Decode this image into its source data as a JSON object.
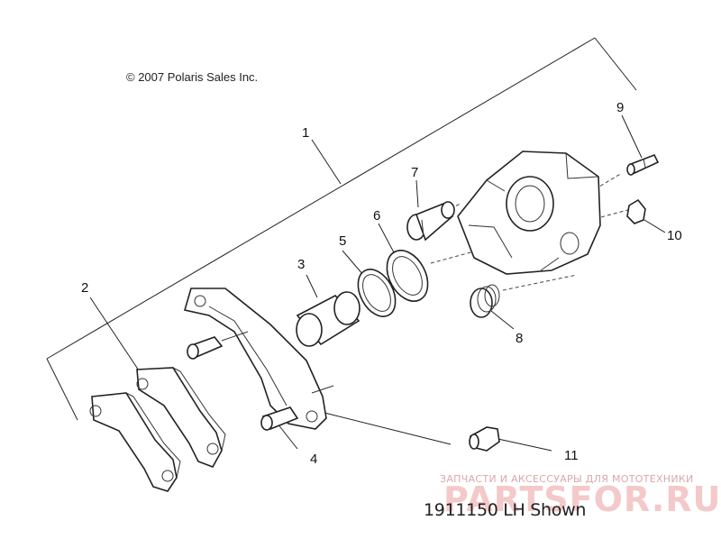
{
  "copyright": "© 2007 Polaris Sales Inc.",
  "caption": "1911150 LH Shown",
  "watermark": {
    "tagline": "ЗАПЧАСТИ И АКСЕССУАРЫ ДЛЯ МОТОТЕХНИКИ",
    "logo": "PARTSFOR.RU"
  },
  "callouts": {
    "c1": "1",
    "c2": "2",
    "c3": "3",
    "c4": "4",
    "c5": "5",
    "c6": "6",
    "c7": "7",
    "c8": "8",
    "c9": "9",
    "c10": "10",
    "c11": "11"
  },
  "colors": {
    "line": "#222222",
    "watermark": "#f3c9c9",
    "watermark_text": "#d8a8a8"
  }
}
